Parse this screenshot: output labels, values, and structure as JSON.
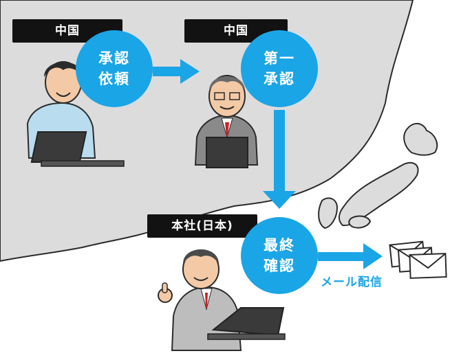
{
  "nodes": {
    "china1": {
      "region": "中国",
      "step": [
        "承認",
        "依頼"
      ]
    },
    "china2": {
      "region": "中国",
      "step": [
        "第一",
        "承認"
      ]
    },
    "japan": {
      "region": "本社(日本)",
      "step": [
        "最終",
        "確認"
      ]
    }
  },
  "mail": {
    "label": "メール配信"
  },
  "colors": {
    "accent": "#1aa5e6",
    "tag_bg": "#121212",
    "map_gray": "#dcdcdc"
  }
}
